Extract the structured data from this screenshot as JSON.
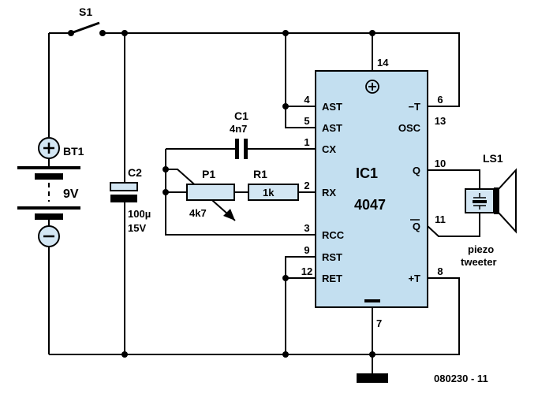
{
  "switch": {
    "ref": "S1"
  },
  "battery": {
    "ref": "BT1",
    "voltage": "9V",
    "plus_symbol": "+",
    "minus_symbol": "−"
  },
  "capacitor_c2": {
    "ref": "C2",
    "value": "100µ",
    "voltage": "15V"
  },
  "capacitor_c1": {
    "ref": "C1",
    "value": "4n7"
  },
  "potentiometer": {
    "ref": "P1",
    "value": "4k7"
  },
  "resistor": {
    "ref": "R1",
    "value": "1k"
  },
  "ic": {
    "ref": "IC1",
    "part": "4047",
    "pins_left": [
      {
        "num": "4",
        "name": "AST"
      },
      {
        "num": "5",
        "name": "AST"
      },
      {
        "num": "1",
        "name": "CX"
      },
      {
        "num": "2",
        "name": "RX"
      },
      {
        "num": "3",
        "name": "RCC"
      },
      {
        "num": "9",
        "name": "RST"
      },
      {
        "num": "12",
        "name": "RET"
      }
    ],
    "pins_right": [
      {
        "num": "6",
        "name": "−T"
      },
      {
        "num": "13",
        "name": "OSC"
      },
      {
        "num": "10",
        "name": "Q"
      },
      {
        "num": "11",
        "name": "Q"
      },
      {
        "num": "8",
        "name": "+T"
      }
    ],
    "supply_pin": "14",
    "ground_pin": "7"
  },
  "speaker": {
    "ref": "LS1",
    "desc_line1": "piezo",
    "desc_line2": "tweeter"
  },
  "figure_code": "080230 - 11"
}
